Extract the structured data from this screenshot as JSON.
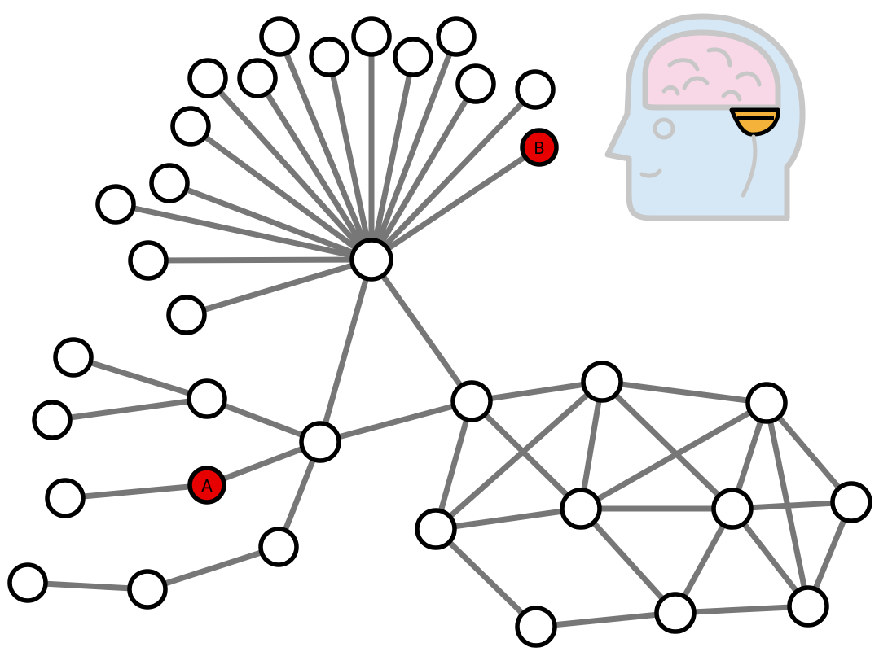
{
  "diagram": {
    "highlight_color": "#e60000",
    "edge_color": "#777777",
    "node_stroke_color": "#000000",
    "icon": "head-with-brain-icon",
    "icon_colors": {
      "head": "#d6e8f5",
      "brain": "#f8d8e6",
      "outline": "#c7c7c7",
      "eye_accent": "#f4b23a"
    },
    "nodes": [
      {
        "id": "hub",
        "label": ""
      },
      {
        "id": "b",
        "label": "B"
      },
      {
        "id": "a",
        "label": "A"
      }
    ]
  }
}
